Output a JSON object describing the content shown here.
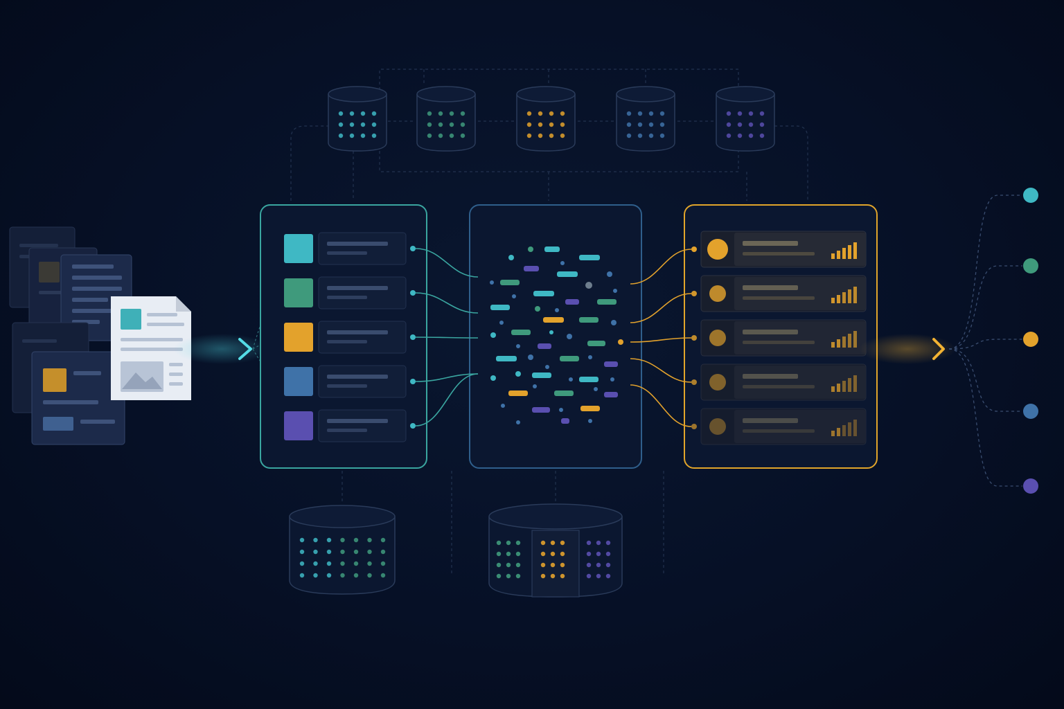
{
  "colors": {
    "background": "#061026",
    "teal": "#3fb8c4",
    "green": "#3f9a7c",
    "amber": "#e3a22c",
    "steel": "#3f72a8",
    "violet": "#5a4fb0",
    "panel_border_teal": "#3aa6a0",
    "panel_border_blue": "#2f5f8c",
    "panel_border_amber": "#e2a52a",
    "line_dim": "#2a3b5a"
  },
  "icons": {
    "source_documents": "document-stack-icon",
    "database": "database-cylinder-icon",
    "input_arrow": "arrow-right-icon",
    "output_arrow": "arrow-right-icon",
    "rank_bars": "signal-bars-icon",
    "output_node": "circle-node-icon"
  },
  "diagram": {
    "top_databases": [
      {
        "accent": "#3fb8c4"
      },
      {
        "accent": "#3f9a7c"
      },
      {
        "accent": "#e3a22c"
      },
      {
        "accent": "#3f72a8"
      },
      {
        "accent": "#5a4fb0"
      }
    ],
    "feature_rows": [
      {
        "accent": "#3fb8c4"
      },
      {
        "accent": "#3f9a7c"
      },
      {
        "accent": "#e3a22c"
      },
      {
        "accent": "#3f72a8"
      },
      {
        "accent": "#5a4fb0"
      }
    ],
    "ranked_rows": [
      {
        "level": 1.0
      },
      {
        "level": 0.85
      },
      {
        "level": 0.7
      },
      {
        "level": 0.55
      },
      {
        "level": 0.4
      }
    ],
    "output_nodes": [
      {
        "accent": "#3fb8c4"
      },
      {
        "accent": "#3f9a7c"
      },
      {
        "accent": "#e3a22c"
      },
      {
        "accent": "#3f72a8"
      },
      {
        "accent": "#5a4fb0"
      }
    ],
    "bottom_store_segments": [
      {
        "accent": "#3f9a7c"
      },
      {
        "accent": "#e3a22c"
      },
      {
        "accent": "#5a4fb0"
      }
    ]
  }
}
